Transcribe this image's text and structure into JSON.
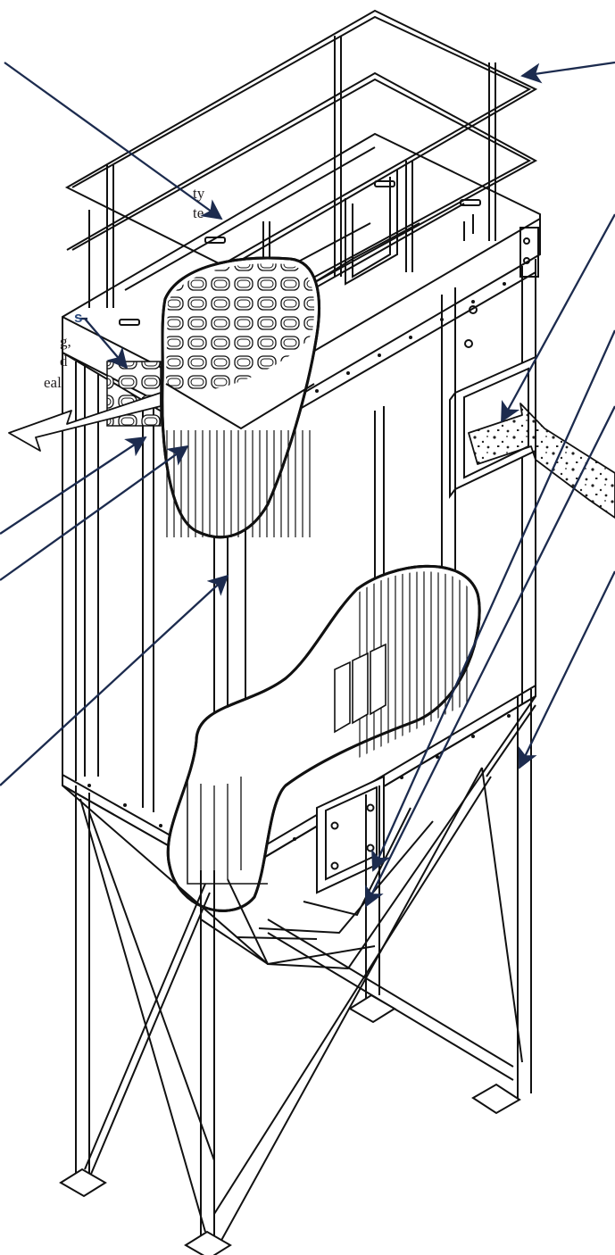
{
  "colors": {
    "line": "#111111",
    "callout": "#1c2b4e",
    "label_text": "#231f20",
    "label_heading": "#2b4a7e",
    "background": "#ffffff"
  },
  "text_fragments": [
    "ty",
    "te",
    "s",
    "g,",
    "d",
    "eal"
  ],
  "icons": {
    "clean_air_outlet": "outlet-arrow-icon",
    "dirty_air_inlet": "dusty-inlet-arrow-icon"
  }
}
